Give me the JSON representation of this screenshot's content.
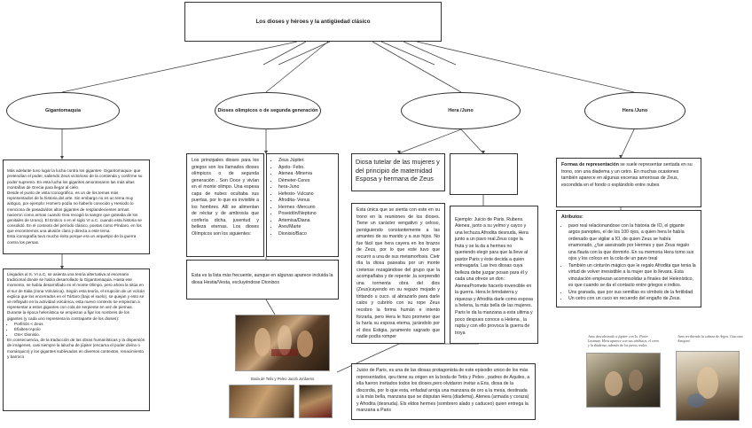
{
  "title": "Los dioses y héroes y la antigüedad clásico",
  "nodes": [
    {
      "label": "Gigantomaquia"
    },
    {
      "label": "Dioses olimpicos o de segunda generación"
    },
    {
      "label": "Hera /Juno"
    },
    {
      "label": "Hera /Juno"
    }
  ],
  "gig": {
    "text1": "Más adelante tuvo lugar la lucha contra los gigantes- Gigantomaquia- que pretendían el poder, saliendo Zeus victorioso de la contienda y confirme su poder supremo. En esta lucha los gigantes amontonaron las más altas montañas de Grecia para llegar al cielo.\n Desde el punto de vista Iconográfico, es un de los temas más representados de la historia del arte. Sin embargo no es un tema muy antiguo, por ejemplo: Homero podía no haberlo conocido y Hesiodo lo menciona de pasada/dos altos gigantes de resplandecientes armas nacieron como armas cuando Gea recogió la sangre que goteaba de los genitales de Urano). El Erotico o en el siglo VI a.C. cuando esta historia se consolidó. En el contexto del período clásico, poetas como Píndaro, en los que encontremos una alusión clara y directa a este tema.\nEsta iconografía tuvo mucho éxito porque era un arquetipo de la guerra contra los persas.",
    "text2": "Llegados al S. VI a.C, se asienta una teoría alternativa al escenario tradicional donde se había desarrollado la Gigantomaquia. Hasta ese momento, se había desarrollado en el monte Olimpo, pero ahora la sitúa en el sur de Italia (zona Volcánica). Según esta teoría, el erupción de un volcán explica que los encerrados en el Tártaro (bajo el suelo), se quejan y esto se ve reflejado en la actividad volcánica, esta nuevo contexto se empiezan a representar a estos gigantes con cola de serpiente en vez de piernas.\nDurante la época helenística se empiezan a fijar los nombres de los gigantes (y cada uno representa la contraparte de los dioses):",
    "list2": [
      "Porfirión < Zeus",
      "Efialtes<Apolo",
      "Oto< Dionisio."
    ],
    "text2b": "En consecuencia, de la traducción de las obras humanísticas y la dispersión de imágenes, casi siempre la lalucha de júpiter (encarna el poder divino o monárquico) y los gigantes sublevados en diversos contextos, renacimiento y barroco"
  },
  "olimpo": {
    "text1": "Los principales dioses para los griegos son los llamados dioses olímpicos o de segunda generación . Son Doce y vivían en el monte olimpo. Una espesa capa de nubes ocultaba sus puertas, por lo que es invisible a los hombres. Allí se alimentan de néctar y de ambrosía que confería dicha, juventud y belleza eternas. Los dioses Olímpicos son los siguientes:",
    "gods": [
      "Zeus Júpiter.",
      "Apolo- Febo.",
      "Atenea -Minerva",
      "Démeter-Ceres",
      "hera-Juno",
      "Hefesto- Vulcano",
      "Afrodita- Venus",
      "Hermes -Mercurio",
      "Poseidón/Neptuno",
      "Artemisa/Diana",
      "Ares/Marte",
      "Dionisio/Baco"
    ],
    "text2": "Esta es la lista más frecuente, aunque en algunas aparece incluida la diosa Hestia/Vesta, excluyéndose Dionisos"
  },
  "hera": {
    "title_box": "Diosa tutelar de las mujeres y del principio de maternidad Esposa y hermana de Zeus",
    "text1": "Esta única que se sienta con este en su trono en la reuniones de los dioses. Tiene un carácter vengativo y celoso, persiguiendo constantemente a las amantes de su marido y a sus hijos. No fue fácil que hera cayera en los brazos de Zeus, por lo que este tuvo que recurrir a una de sus metamorfosis. Cietr día la diosa paseaba por un monte cretense rezagándose del grupo que la acompañaba y de repente ,la sorprendió una tormenta obra del dios (Zeus)cayendo en su regazo mojado y tiritando u cuco. al abrazarlo para darle calos y cubrirlo con su rope Zeus recobro la forma humán e intento forzarla, pero Hera le hizo prometer que la haría su esposa eterna, jurándolo por el dios Estigia, juramento sagrado que nadie podía romper",
    "text2": "Ejemplo: Juicio de Paris. Rubens.\nAtenea, junto a su yelmo y cayco y una lechuza.Afrodita desnuda, Hera junto a un pavo real.Zeus coge la fruta y se la da a hermes no queriendo elegir para que la lleve al pastor Paris y éste decida a quien entreagarla. Las tres diosas cuya belleza debe juzgar posan para él y cada una ofrece un don: AteneaPromete hacerlo invencible en la guerra. Hera le brindaterra y riquezas y Afrodita darle como esposa a helena, la más bella de las mujeres. Paris le da la manzana a esta ultima y poco despues conoce a Helena , la rapta y con ello provoca la guerra de troya",
    "text3": "Juicio de Paris, es una de las diosas protagonista de este episodio unico de los más representados, qeu tiene su origen en la boda de Tetis y Peleo , padres de Aquiles, a ella fueron invitados todos los dioses,pero olvidaron invitar a Eris, diosa de la discordia, por lo que esta, enfadad arroja una manzana de oro a la mesa, destinada a la más bella, manzana que se disputan Hera (diadema), Atenea (armada y coraza) y Afrodita (desnuda). Els eldos hermes (sombrero alado y caduceo) quien entrega la manzana a Paris",
    "caption": "Boda de Tetis y Peleo Jacob Jordaens"
  },
  "hera2": {
    "rep_label": "Formas de representación",
    "rep_text": "se suele representar sentada en su trono, con una diadema y un cetro. En muchas ocasiones también aparece en algunas escenas amorosas de Zeus, escondida en el fondo o esplándolo entre nubes",
    "attr_title": "Atributos:",
    "attrs": [
      "pavo real relacionandose con la historia de IO, el gigante argos panoptes, el de los 100 ojos, a quien hera le había ordenado que vigilar a IO, de quien Zeus se había enamorado, ¿fue asesinado por Hermes y que Zeus regalo una flauta con la que dormirlo. En su memoria Hera tomo sus ojos y los coloco en la cola de un pavo treal",
      "También un cinturón mágico que le regalo Afrodita que tenia la virtud de volver irresistible a la mujer que lo llevara. Esta vinculación empiezan acommsolidar a finales del Helenístico, es que cuando se da el contacto entre griegos e indios.",
      "Uns granada, que por sus semillas es símbolo de la fertilidad",
      "Un cetro con un cuco en recuerdo del engaño de Zeus."
    ],
    "cap1": "Juno descubriendo a júpiter con Io. Pieter Lastman. Hera aparece con sus atributos, el cetro y la diadema, además de los pavos reales.",
    "cap2": "Juno recibiendo la cabeza de Argos. Giacomo Amigoni."
  }
}
